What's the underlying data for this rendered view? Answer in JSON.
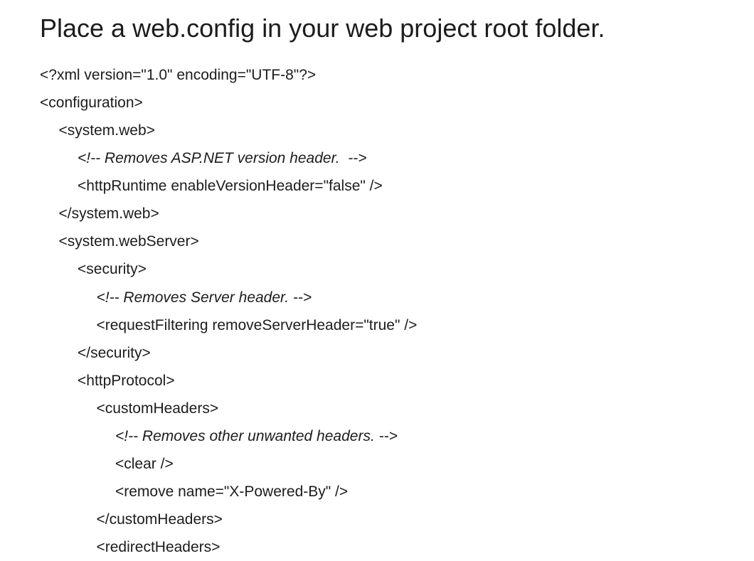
{
  "page": {
    "heading": "Place a web.config in your web project root folder."
  },
  "code": {
    "lines": [
      {
        "text": "<?xml version=\"1.0\" encoding=\"UTF-8\"?>",
        "indent": 0,
        "comment": false
      },
      {
        "text": "<configuration>",
        "indent": 0,
        "comment": false
      },
      {
        "text": "<system.web>",
        "indent": 1,
        "comment": false
      },
      {
        "text": "<!-- Removes ASP.NET version header.  -->",
        "indent": 2,
        "comment": true
      },
      {
        "text": "<httpRuntime enableVersionHeader=\"false\" />",
        "indent": 2,
        "comment": false
      },
      {
        "text": "</system.web>",
        "indent": 1,
        "comment": false
      },
      {
        "text": "<system.webServer>",
        "indent": 1,
        "comment": false
      },
      {
        "text": "<security>",
        "indent": 2,
        "comment": false
      },
      {
        "text": "<!-- Removes Server header. -->",
        "indent": 3,
        "comment": true
      },
      {
        "text": "<requestFiltering removeServerHeader=\"true\" />",
        "indent": 3,
        "comment": false
      },
      {
        "text": "</security>",
        "indent": 2,
        "comment": false
      },
      {
        "text": "<httpProtocol>",
        "indent": 2,
        "comment": false
      },
      {
        "text": "<customHeaders>",
        "indent": 3,
        "comment": false
      },
      {
        "text": "<!-- Removes other unwanted headers. -->",
        "indent": 4,
        "comment": true
      },
      {
        "text": "<clear />",
        "indent": 4,
        "comment": false
      },
      {
        "text": "<remove name=\"X-Powered-By\" />",
        "indent": 4,
        "comment": false
      },
      {
        "text": "</customHeaders>",
        "indent": 3,
        "comment": false
      },
      {
        "text": "<redirectHeaders>",
        "indent": 3,
        "comment": false
      }
    ]
  }
}
